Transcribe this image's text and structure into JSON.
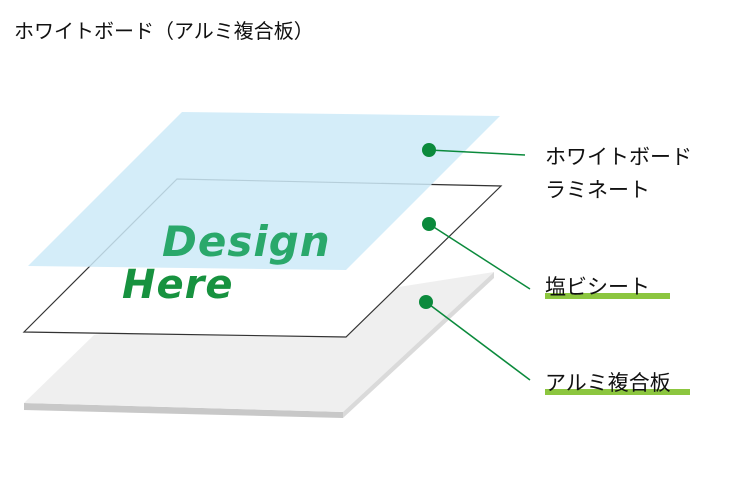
{
  "title": "ホワイトボード（アルミ複合板）",
  "design_sample": {
    "line1": "Design",
    "line2": "Here"
  },
  "layers": [
    {
      "label_lines": [
        "ホワイトボード",
        "ラミネート"
      ],
      "fill": "#cdeaf8",
      "underline": false
    },
    {
      "label_lines": [
        "塩ビシート"
      ],
      "fill": "#ffffff",
      "underline": true
    },
    {
      "label_lines": [
        "アルミ複合板"
      ],
      "fill": "#efefef",
      "underline": true
    }
  ],
  "colors": {
    "leader_line": "#0b8a3c",
    "leader_dot": "#0b8a3c",
    "label_underline": "#8cc63f",
    "design_text_primary": "#17923f",
    "design_text_faded": "#2aa86b",
    "sheet_outline": "#333333",
    "aluminium_edge": "#c8c8c8"
  }
}
